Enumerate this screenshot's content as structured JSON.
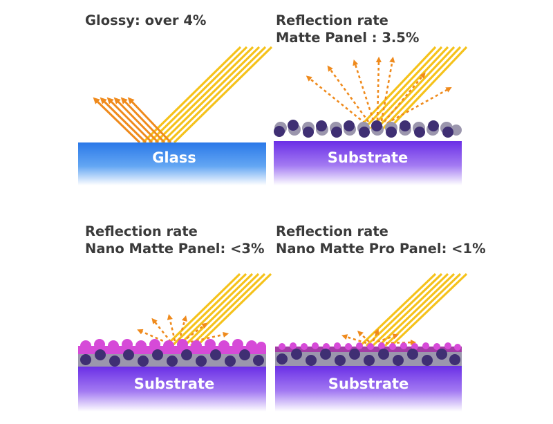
{
  "panels": [
    {
      "id": "glossy",
      "caption_lines": [
        "Glossy: over 4%"
      ],
      "base_label": "Glass",
      "base_style": "glass",
      "coating": "none",
      "reflection": "specular"
    },
    {
      "id": "matte",
      "caption_lines": [
        "Reflection rate",
        "Matte Panel : 3.5%"
      ],
      "base_label": "Substrate",
      "base_style": "substrate",
      "coating": "particles",
      "reflection": "diffuse-strong"
    },
    {
      "id": "nano-matte",
      "caption_lines": [
        "Reflection rate",
        "Nano Matte Panel: <3%"
      ],
      "base_label": "Substrate",
      "base_style": "substrate",
      "coating": "particles-with-thick-nano-layer",
      "reflection": "diffuse-medium"
    },
    {
      "id": "nano-matte-pro",
      "caption_lines": [
        "Reflection rate",
        "Nano Matte Pro Panel: <1%"
      ],
      "base_label": "Substrate",
      "base_style": "substrate",
      "coating": "particles-with-thin-nano-layer",
      "reflection": "diffuse-weak"
    }
  ],
  "colors": {
    "incident_light": "#f5c21b",
    "reflected_light": "#ef8a1c",
    "glass_top": "#2b7be9",
    "glass_bottom": "#ffffff",
    "substrate_top": "#6a30e8",
    "substrate_bottom": "#ffffff",
    "particle_dark": "#3f2f73",
    "particle_light": "#9b96ad",
    "nano_layer": "#d64ad8",
    "caption_text": "#3a3a3a"
  }
}
